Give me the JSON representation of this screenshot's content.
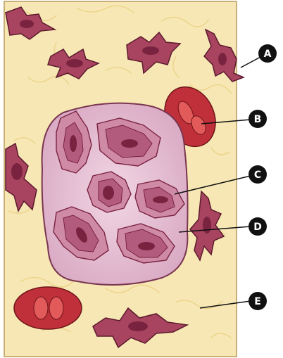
{
  "diagram": {
    "labels": [
      {
        "id": "A",
        "text": "A"
      },
      {
        "id": "B",
        "text": "B"
      },
      {
        "id": "C",
        "text": "C"
      },
      {
        "id": "D",
        "text": "D"
      },
      {
        "id": "E",
        "text": "E"
      }
    ]
  },
  "colors": {
    "matrix": "#f6e7b4",
    "fiber": "#efd98c",
    "cell_fill": "#a8445f",
    "cell_stroke": "#5c1a2d",
    "nucleus": "#7a2340",
    "capsule_fill": "#e4bcd2",
    "capsule_stroke": "#7a3550",
    "rbc_fill": "#c0303a",
    "rbc_inner": "#e35a5a",
    "label_bg": "#111111"
  }
}
